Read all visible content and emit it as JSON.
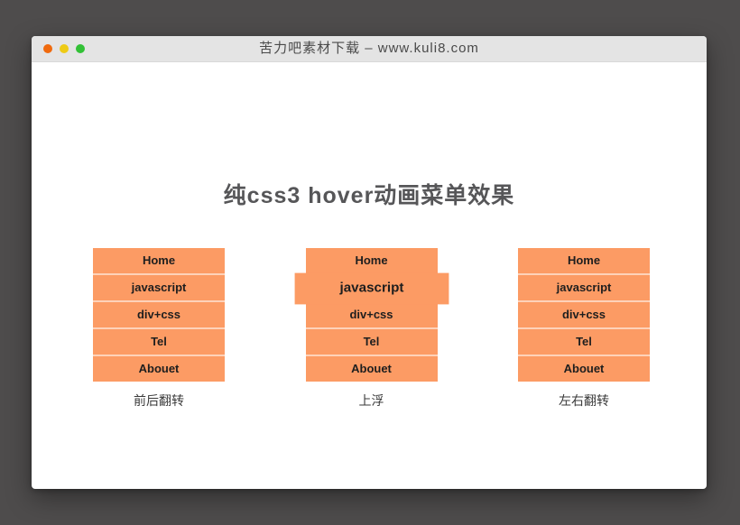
{
  "window": {
    "title": "苦力吧素材下载 – www.kuli8.com",
    "traffic_lights": [
      {
        "name": "close",
        "color": "#f06a0e"
      },
      {
        "name": "minimize",
        "color": "#eecb16"
      },
      {
        "name": "zoom",
        "color": "#32c136"
      }
    ]
  },
  "page": {
    "heading": "纯css3 hover动画菜单效果",
    "menus": [
      {
        "id": "flip-front-back",
        "caption": "前后翻转",
        "hover_index": null,
        "items": [
          "Home",
          "javascript",
          "div+css",
          "Tel",
          "Abouet"
        ]
      },
      {
        "id": "float-up",
        "caption": "上浮",
        "hover_index": 1,
        "items": [
          "Home",
          "javascript",
          "div+css",
          "Tel",
          "Abouet"
        ]
      },
      {
        "id": "flip-left-right",
        "caption": "左右翻转",
        "hover_index": null,
        "items": [
          "Home",
          "javascript",
          "div+css",
          "Tel",
          "Abouet"
        ]
      }
    ],
    "colors": {
      "desktop_background": "#4e4c4c",
      "window_background": "#ffffff",
      "titlebar_background": "#e4e4e4",
      "menu_item_background": "#fc9b64",
      "menu_item_separator": "rgba(255,255,255,0.55)",
      "menu_item_text": "#1e1e1e",
      "heading_text": "#565658"
    }
  }
}
